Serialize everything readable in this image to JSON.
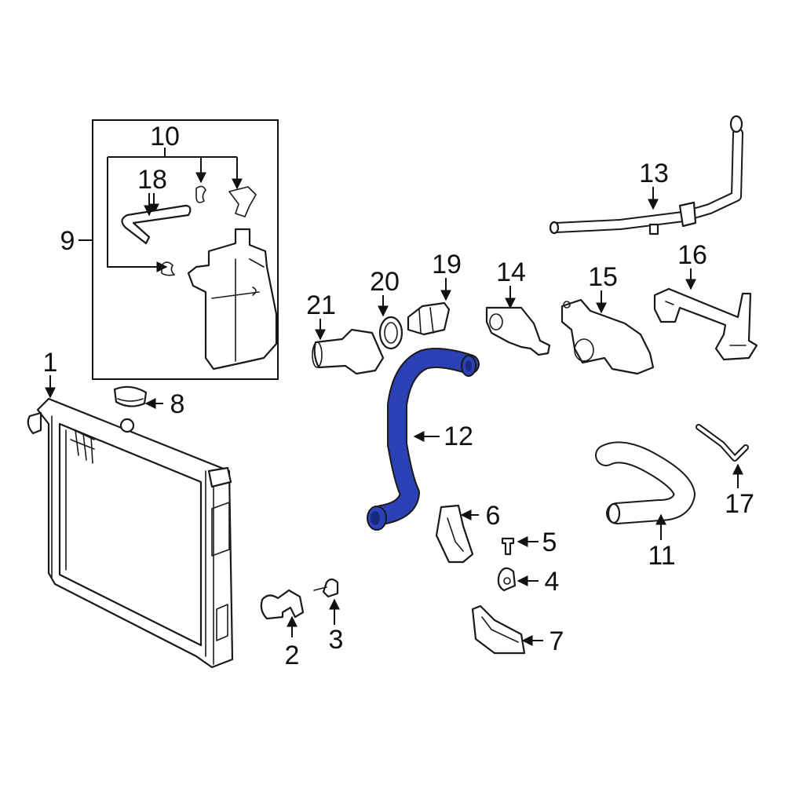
{
  "callouts": {
    "c1": "1",
    "c2": "2",
    "c3": "3",
    "c4": "4",
    "c5": "5",
    "c6": "6",
    "c7": "7",
    "c8": "8",
    "c9": "9",
    "c10": "10",
    "c11": "11",
    "c12": "12",
    "c13": "13",
    "c14": "14",
    "c15": "15",
    "c16": "16",
    "c17": "17",
    "c18": "18",
    "c19": "19",
    "c20": "20",
    "c21": "21"
  },
  "colors": {
    "highlight": "#2b41b5",
    "line": "#1a1a1a",
    "background": "#ffffff"
  }
}
